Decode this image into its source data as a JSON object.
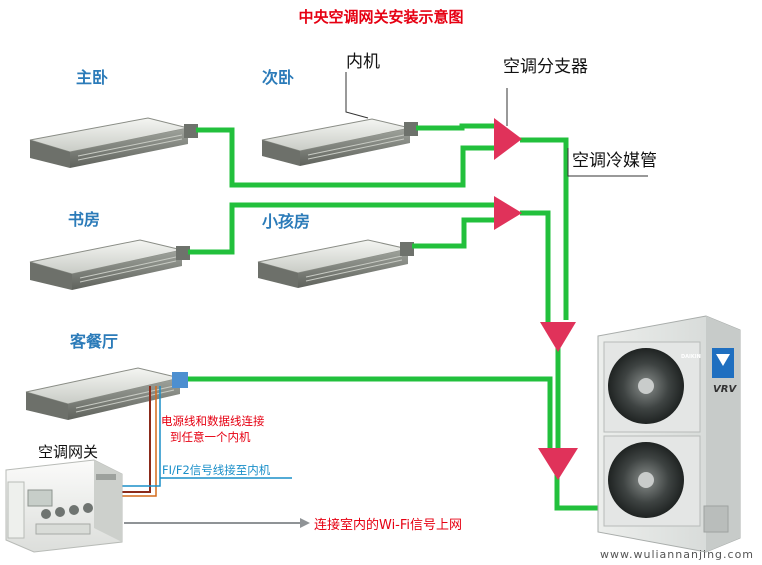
{
  "title": "中央空调网关安装示意图",
  "rooms": {
    "master_bedroom": "主卧",
    "second_bedroom": "次卧",
    "study": "书房",
    "kids_room": "小孩房",
    "living_dining": "客餐厅"
  },
  "labels": {
    "indoor_unit": "内机",
    "branch": "空调分支器",
    "refrigerant_pipe": "空调冷媒管",
    "gateway": "空调网关"
  },
  "notes": {
    "power_data_line1": "电源线和数据线连接",
    "power_data_line2": "到任意一个内机",
    "f1f2": "FI/F2信号线接至内机",
    "wifi": "连接室内的Wi-Fi信号上网"
  },
  "outdoor_unit": {
    "brand": "DAIKIN",
    "model": "VRV"
  },
  "watermark": "www.wuliannanjing.com",
  "colors": {
    "pipe": "#22c03c",
    "arrow": "#e0325a",
    "title": "#e60012",
    "room": "#2b7bb9",
    "signal": "#1a8fc9"
  }
}
